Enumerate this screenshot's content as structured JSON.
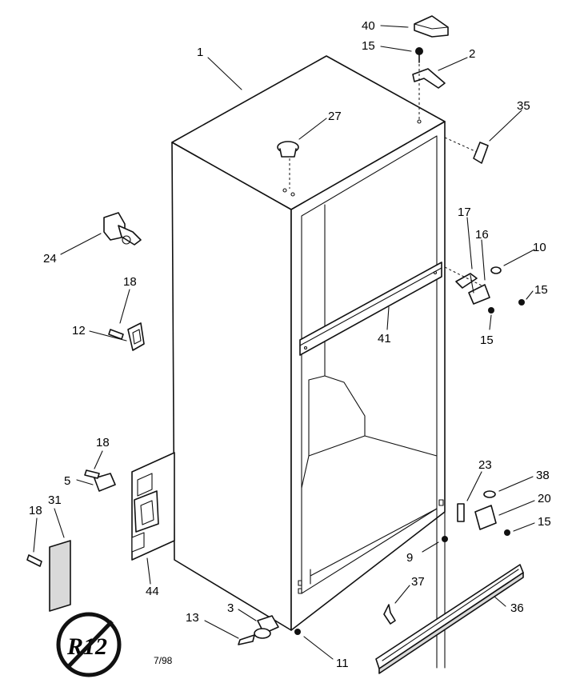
{
  "diagram": {
    "callouts": [
      {
        "id": "c1",
        "text": "1"
      },
      {
        "id": "c40",
        "text": "40"
      },
      {
        "id": "c15a",
        "text": "15"
      },
      {
        "id": "c2",
        "text": "2"
      },
      {
        "id": "c27",
        "text": "27"
      },
      {
        "id": "c35",
        "text": "35"
      },
      {
        "id": "c24",
        "text": "24"
      },
      {
        "id": "c17",
        "text": "17"
      },
      {
        "id": "c16",
        "text": "16"
      },
      {
        "id": "c10",
        "text": "10"
      },
      {
        "id": "c15b",
        "text": "15"
      },
      {
        "id": "c15c",
        "text": "15"
      },
      {
        "id": "c18a",
        "text": "18"
      },
      {
        "id": "c12",
        "text": "12"
      },
      {
        "id": "c41",
        "text": "41"
      },
      {
        "id": "c18b",
        "text": "18"
      },
      {
        "id": "c5",
        "text": "5"
      },
      {
        "id": "c18c",
        "text": "18"
      },
      {
        "id": "c31",
        "text": "31"
      },
      {
        "id": "c44",
        "text": "44"
      },
      {
        "id": "c23",
        "text": "23"
      },
      {
        "id": "c38",
        "text": "38"
      },
      {
        "id": "c20",
        "text": "20"
      },
      {
        "id": "c15d",
        "text": "15"
      },
      {
        "id": "c9",
        "text": "9"
      },
      {
        "id": "c37",
        "text": "37"
      },
      {
        "id": "c36",
        "text": "36"
      },
      {
        "id": "c3",
        "text": "3"
      },
      {
        "id": "c13",
        "text": "13"
      },
      {
        "id": "c11",
        "text": "11"
      }
    ],
    "date_code": "7/98",
    "logo_text": "R12",
    "colors": {
      "ink": "#111111",
      "paper": "#ffffff",
      "shade": "#d9d9d9"
    }
  }
}
